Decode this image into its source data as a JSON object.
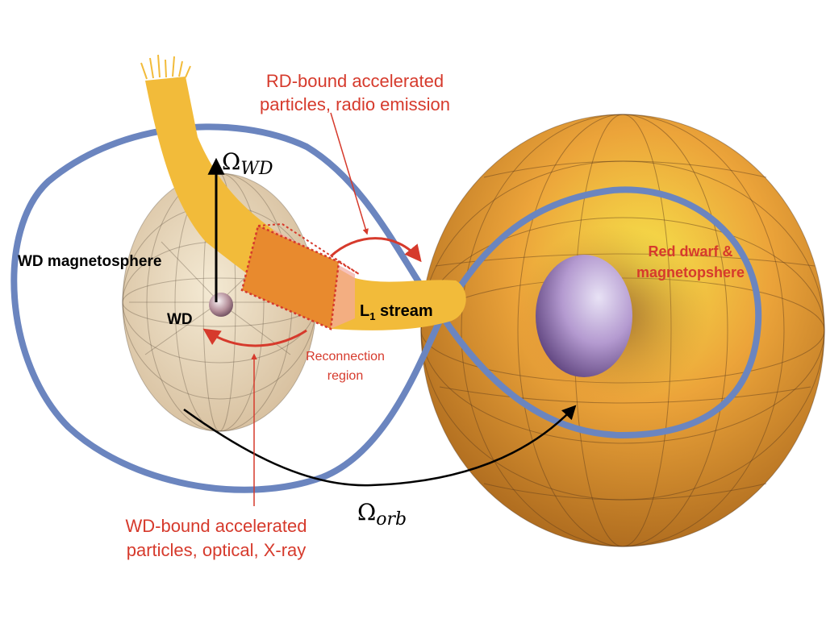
{
  "labels": {
    "rd_bound_line1": "RD-bound accelerated",
    "rd_bound_line2": "particles, radio emission",
    "omega_symbol": "Ω",
    "omega_wd_sub": "WD",
    "omega_orb_sub": "orb",
    "wd_magnetosphere": "WD magnetosphere",
    "wd": "WD",
    "l1_stream_main": "L",
    "l1_stream_sub": "1",
    "l1_stream_rest": " stream",
    "red_dwarf_line1": "Red dwarf &",
    "red_dwarf_line2": "magnetopshere",
    "reconnection_line1": "Reconnection",
    "reconnection_line2": "region",
    "wd_bound_line1": "WD-bound accelerated",
    "wd_bound_line2": "particles, optical, X-ray"
  },
  "colors": {
    "annotation_red": "#d63a2c",
    "field_loop_blue": "#6b85bf",
    "stream_yellow": "#f2bb3a",
    "reconnection_orange": "#e88a2e",
    "red_dwarf_orange": "#e89a3a",
    "wd_magnetosphere_beige": "#e9d2b0"
  },
  "icons": {
    "omega_wd_arrow": "arrow-up-icon",
    "omega_orb_arrow": "curved-arrow-icon"
  }
}
